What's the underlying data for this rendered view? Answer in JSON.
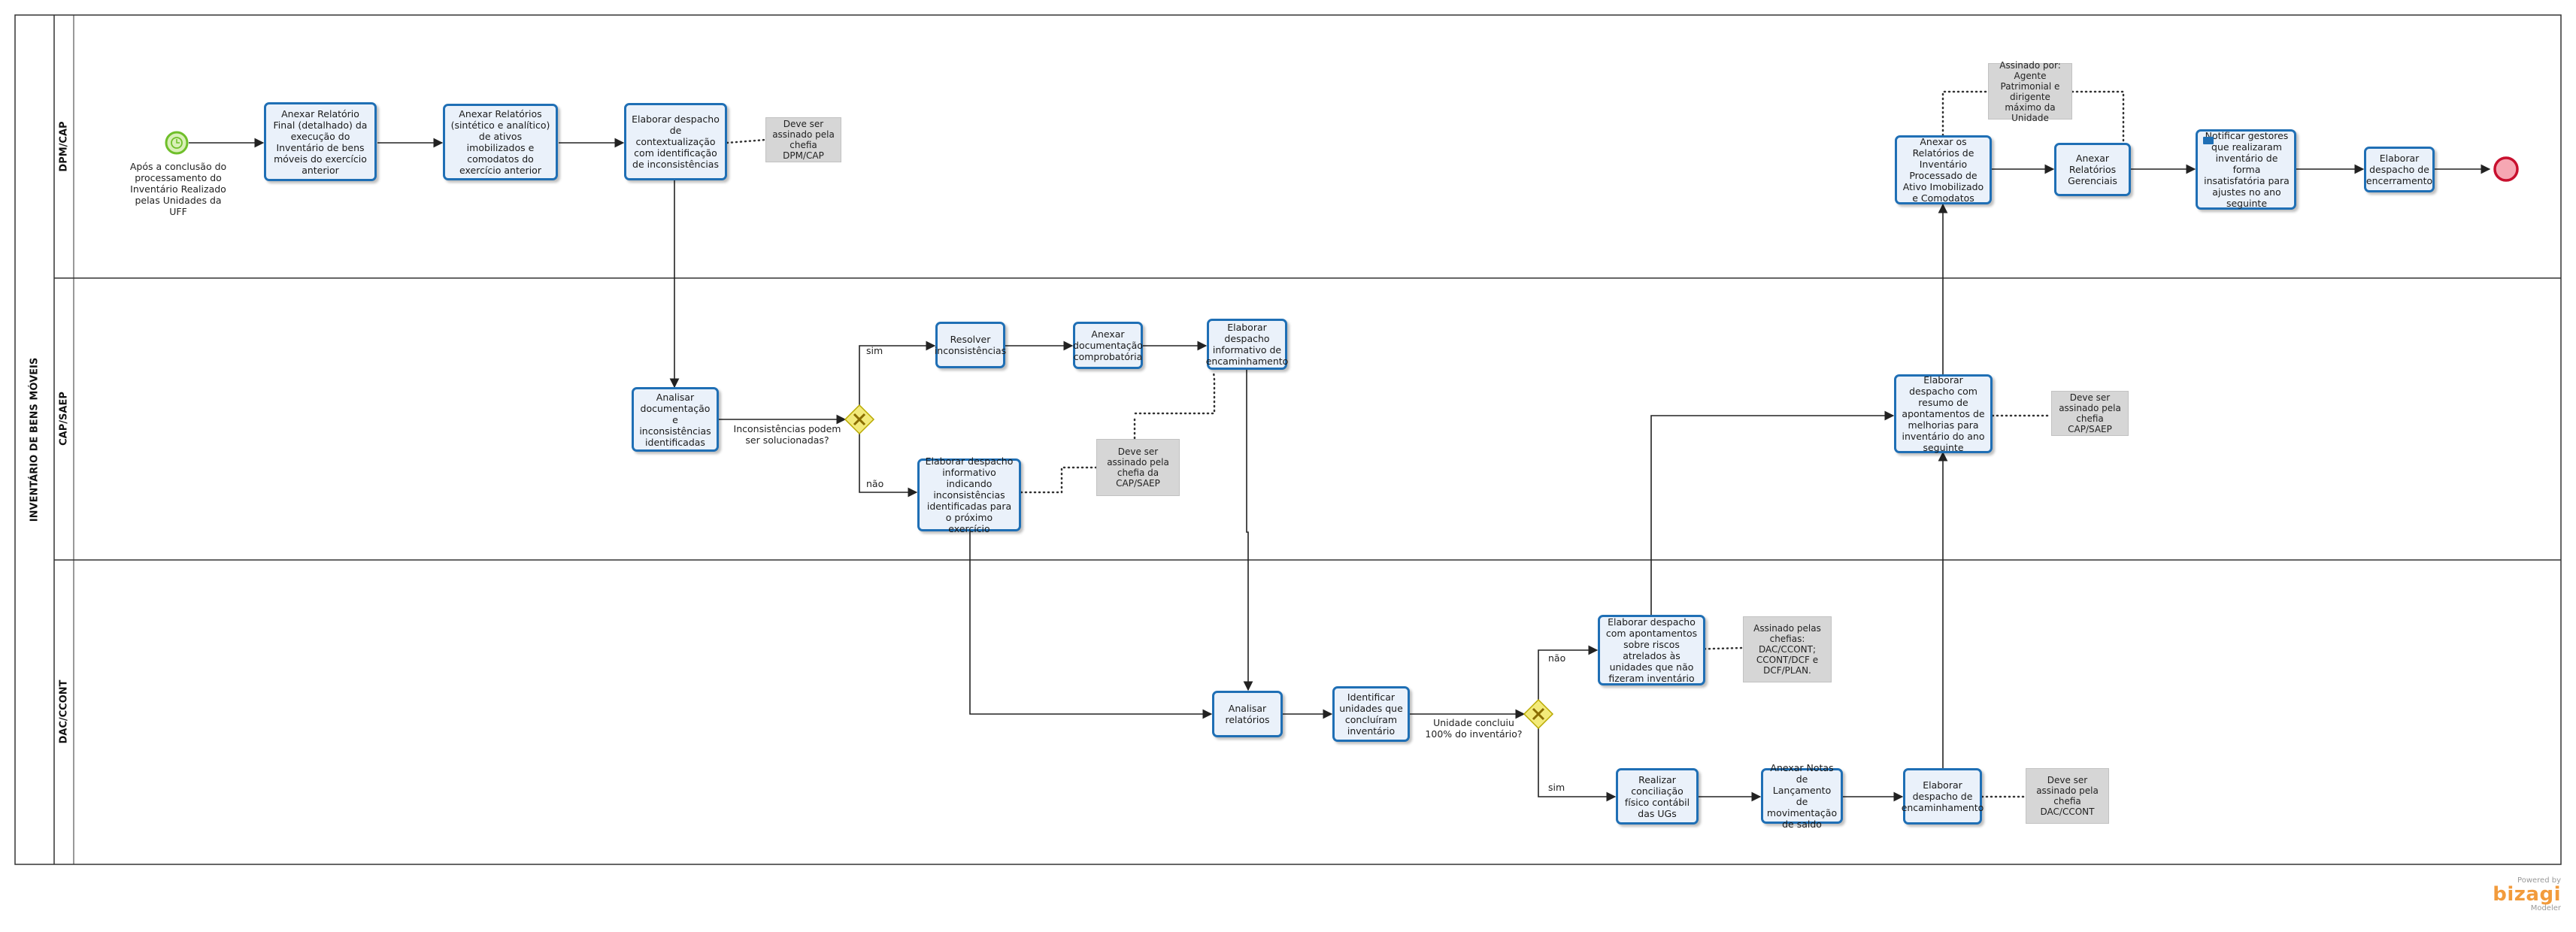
{
  "pool": {
    "title": "INVENTÁRIO DE BENS MÓVEIS",
    "lanes": [
      "DPM/CAP",
      "CAP/SAEP",
      "DAC/CCONT"
    ]
  },
  "start_label": "Após a conclusão do processamento do Inventário Realizado pelas Unidades da UFF",
  "tasks": {
    "t1": "Anexar Relatório Final (detalhado) da execução do Inventário de bens móveis do exercício anterior",
    "t2": "Anexar Relatórios (sintético e analítico) de ativos imobilizados e comodatos do exercício anterior",
    "t3": "Elaborar despacho de contextualização com identificação de inconsistências",
    "t4": "Analisar documentação e inconsistências identificadas",
    "t5": "Resolver inconsistências",
    "t6": "Anexar documentação comprobatória",
    "t7": "Elaborar despacho informativo de encaminhamento",
    "t8": "Elaborar despacho informativo indicando inconsistências identificadas para o próximo exercício",
    "t9": "Analisar relatórios",
    "t10": "Identificar unidades que concluíram inventário",
    "t11": "Elaborar despacho com apontamentos sobre riscos atrelados às unidades que não fizeram inventário",
    "t12": "Realizar conciliação físico contábil das UGs",
    "t13": "Anexar Notas de Lançamento de movimentação de saldo",
    "t14": "Elaborar despacho de encaminhamento",
    "t15": "Elaborar despacho com resumo de apontamentos de melhorias para inventário do ano seguinte",
    "t16": "Anexar os Relatórios de Inventário Processado de Ativo Imobilizado e Comodatos",
    "t17": "Anexar Relatórios Gerenciais",
    "t18": "Notificar gestores que realizaram inventário de forma insatisfatória para ajustes no ano seguinte",
    "t19": "Elaborar despacho de encerramento"
  },
  "notes": {
    "n1": "Deve ser assinado pela chefia DPM/CAP",
    "n2": "Deve ser assinado pela chefia da CAP/SAEP",
    "n3": "Assinado pelas chefias: DAC/CCONT; CCONT/DCF e DCF/PLAN.",
    "n4": "Deve ser assinado pela chefia DAC/CCONT",
    "n5": "Deve ser assinado pela chefia CAP/SAEP",
    "n6": "Assinado por: Agente Patrimonial e dirigente máximo da Unidade"
  },
  "gateways": {
    "g1_question": "Inconsistências podem ser solucionadas?",
    "g1_yes": "sim",
    "g1_no": "não",
    "g2_question": "Unidade concluiu 100% do inventário?",
    "g2_no": "não",
    "g2_yes": "sim"
  },
  "branding": {
    "powered_by": "Powered by",
    "name": "bizagi",
    "edition": "Modeler"
  },
  "colors": {
    "task_border": "#1f6fb5",
    "task_fill": "#eaf1fa",
    "start_event": "#6fbf2a",
    "end_event": "#e8576a",
    "gateway": "#e6d93a",
    "note_fill": "#d6d6d6",
    "brand": "#f29b3c"
  }
}
